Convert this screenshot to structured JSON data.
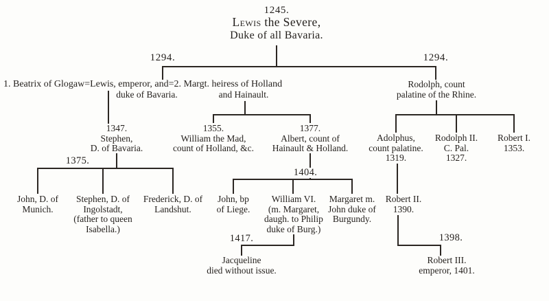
{
  "meta": {
    "ink_color": "#2b2622",
    "paper_color": "#fdfdfb",
    "description": "Genealogical table of the dukes of Bavaria, old book engraving"
  },
  "tree": {
    "root": {
      "year": "1245.",
      "name_smallcaps": "Lewis",
      "name_rest": " the Severe,",
      "subtitle": "Duke of all Bavaria."
    },
    "branch_year_left": "1294.",
    "branch_year_right": "1294.",
    "marriage_row": "1. Beatrix of Glogaw=Lewis, emperor, and=2. Margt. heiress of Holland",
    "marriage_sub_left": "duke of Bavaria.",
    "marriage_sub_right": "and Hainault.",
    "rodolph": {
      "lines": [
        "Rodolph, count",
        "palatine of the Rhine."
      ]
    },
    "stephen_1347": {
      "lines": [
        "1347.",
        "Stephen,",
        "D. of Bavaria."
      ]
    },
    "william_1355": {
      "lines": [
        "1355.",
        "William the Mad,",
        "count of Holland, &c."
      ]
    },
    "albert_1377": {
      "lines": [
        "1377.",
        "Albert, count of",
        "Hainault & Holland."
      ]
    },
    "adolphus": {
      "lines": [
        "Adolphus,",
        "count palatine.",
        "1319."
      ]
    },
    "rodolph_ii": {
      "lines": [
        "Rodolph II.",
        "C. Pal.",
        "1327."
      ]
    },
    "robert_i": {
      "lines": [
        "Robert I.",
        "1353."
      ]
    },
    "year_1375": "1375.",
    "john_munich": {
      "lines": [
        "John, D. of",
        "Munich."
      ]
    },
    "stephen_ingolstadt": {
      "lines": [
        "Stephen, D. of",
        "Ingolstadt,",
        "(father to queen",
        "Isabella.)"
      ]
    },
    "frederick_landshut": {
      "lines": [
        "Frederick, D. of",
        "Landshut."
      ]
    },
    "year_1404": "1404.",
    "john_liege": {
      "lines": [
        "John, bp",
        "of Liege."
      ]
    },
    "william_vi": {
      "lines": [
        "William VI.",
        "(m. Margaret,",
        "daugh. to Philip",
        "duke of Burg.)"
      ]
    },
    "margaret_burgundy": {
      "lines": [
        "Margaret m.",
        "John duke of",
        "Burgundy."
      ]
    },
    "year_1417": "1417.",
    "jacqueline": {
      "lines": [
        "Jacqueline",
        "died without issue."
      ]
    },
    "robert_ii": {
      "lines": [
        "Robert II.",
        "1390."
      ]
    },
    "year_1398": "1398.",
    "robert_iii": {
      "lines": [
        "Robert III.",
        "emperor, 1401."
      ]
    }
  }
}
